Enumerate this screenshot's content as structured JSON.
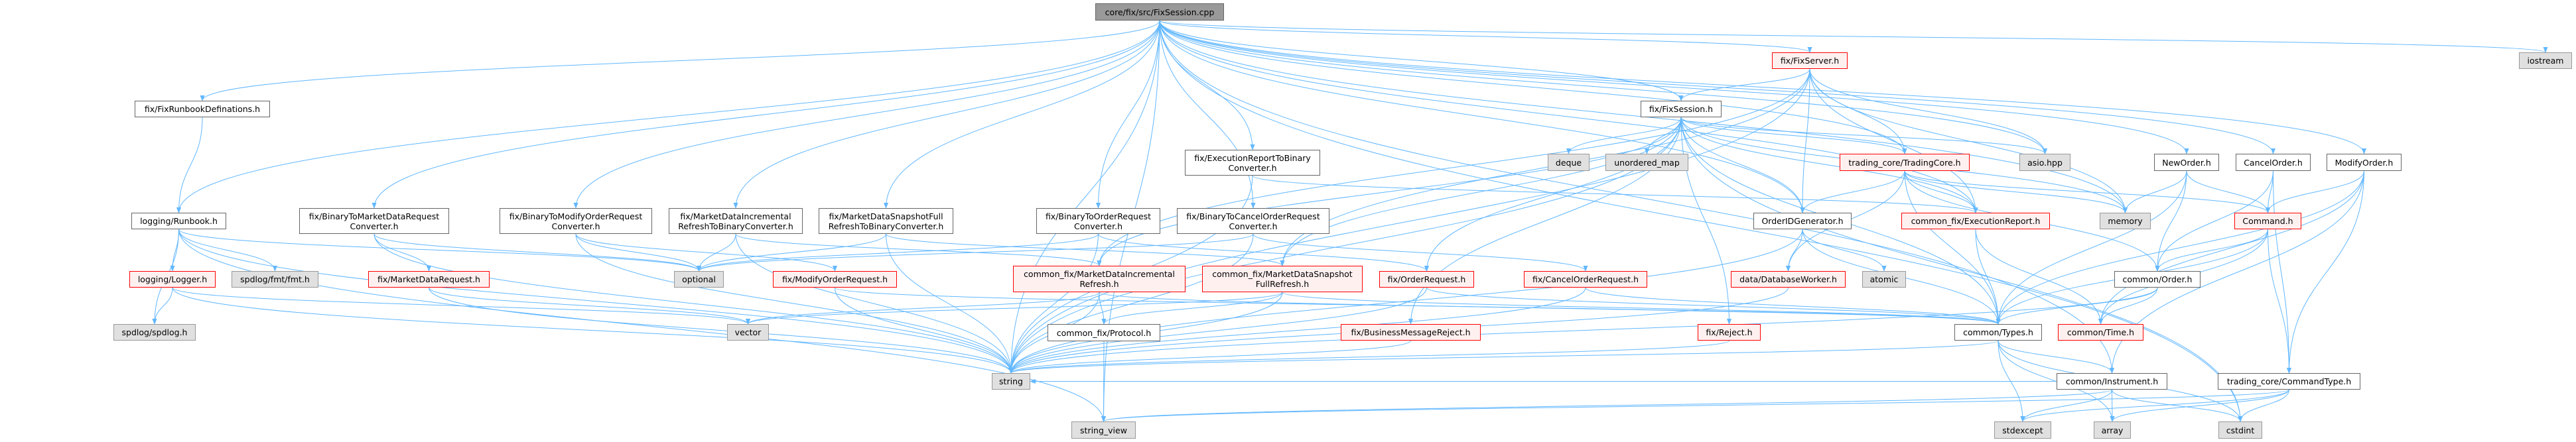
{
  "graph": {
    "title": "core/fix/src/FixSession.cpp",
    "colors": {
      "edge": "#63b8ff",
      "root_fill": "#999999",
      "red_border": "#ff0000",
      "system_fill": "#e0e0e0"
    },
    "nodes": [
      {
        "id": "root",
        "label": "core/fix/src/FixSession.cpp",
        "kind": "root"
      },
      {
        "id": "runbookdef",
        "label": "fix/FixRunbookDefinations.h",
        "kind": "normal"
      },
      {
        "id": "runbook",
        "label": "logging/Runbook.h",
        "kind": "normal"
      },
      {
        "id": "logger",
        "label": "logging/Logger.h",
        "kind": "red"
      },
      {
        "id": "fmt",
        "label": "spdlog/fmt/fmt.h",
        "kind": "system"
      },
      {
        "id": "spdlog",
        "label": "spdlog/spdlog.h",
        "kind": "system"
      },
      {
        "id": "b2mdr",
        "label": "fix/BinaryToMarketDataRequest\nConverter.h",
        "kind": "normal"
      },
      {
        "id": "mdr",
        "label": "fix/MarketDataRequest.h",
        "kind": "red"
      },
      {
        "id": "b2mor",
        "label": "fix/BinaryToModifyOrderRequest\nConverter.h",
        "kind": "normal"
      },
      {
        "id": "mdir2b",
        "label": "fix/MarketDataIncremental\nRefreshToBinaryConverter.h",
        "kind": "normal"
      },
      {
        "id": "mdsf2b",
        "label": "fix/MarketDataSnapshotFull\nRefreshToBinaryConverter.h",
        "kind": "normal"
      },
      {
        "id": "optional",
        "label": "optional",
        "kind": "system"
      },
      {
        "id": "mor",
        "label": "fix/ModifyOrderRequest.h",
        "kind": "red"
      },
      {
        "id": "vector",
        "label": "vector",
        "kind": "system"
      },
      {
        "id": "b2or",
        "label": "fix/BinaryToOrderRequest\nConverter.h",
        "kind": "normal"
      },
      {
        "id": "b2cor",
        "label": "fix/BinaryToCancelOrderRequest\nConverter.h",
        "kind": "normal"
      },
      {
        "id": "er2b",
        "label": "fix/ExecutionReportToBinary\nConverter.h",
        "kind": "normal"
      },
      {
        "id": "mdir",
        "label": "common_fix/MarketDataIncremental\nRefresh.h",
        "kind": "red"
      },
      {
        "id": "mdsf",
        "label": "common_fix/MarketDataSnapshot\nFullRefresh.h",
        "kind": "red"
      },
      {
        "id": "orq",
        "label": "fix/OrderRequest.h",
        "kind": "red"
      },
      {
        "id": "protocol",
        "label": "common_fix/Protocol.h",
        "kind": "normal"
      },
      {
        "id": "bmr",
        "label": "fix/BusinessMessageReject.h",
        "kind": "red"
      },
      {
        "id": "string",
        "label": "string",
        "kind": "system"
      },
      {
        "id": "string_view",
        "label": "string_view",
        "kind": "system"
      },
      {
        "id": "fixserver",
        "label": "fix/FixServer.h",
        "kind": "red"
      },
      {
        "id": "fixsession",
        "label": "fix/FixSession.h",
        "kind": "normal"
      },
      {
        "id": "deque",
        "label": "deque",
        "kind": "system"
      },
      {
        "id": "umap",
        "label": "unordered_map",
        "kind": "system"
      },
      {
        "id": "tradingcore",
        "label": "trading_core/TradingCore.h",
        "kind": "red"
      },
      {
        "id": "oidgen",
        "label": "OrderIDGenerator.h",
        "kind": "normal"
      },
      {
        "id": "cor",
        "label": "fix/CancelOrderRequest.h",
        "kind": "red"
      },
      {
        "id": "dbworker",
        "label": "data/DatabaseWorker.h",
        "kind": "red"
      },
      {
        "id": "reject",
        "label": "fix/Reject.h",
        "kind": "red"
      },
      {
        "id": "iostream",
        "label": "iostream",
        "kind": "system"
      },
      {
        "id": "asio",
        "label": "asio.hpp",
        "kind": "system"
      },
      {
        "id": "neworder",
        "label": "NewOrder.h",
        "kind": "normal"
      },
      {
        "id": "cancelorder",
        "label": "CancelOrder.h",
        "kind": "normal"
      },
      {
        "id": "modifyorder",
        "label": "ModifyOrder.h",
        "kind": "normal"
      },
      {
        "id": "execreport",
        "label": "common_fix/ExecutionReport.h",
        "kind": "red"
      },
      {
        "id": "memory",
        "label": "memory",
        "kind": "system"
      },
      {
        "id": "command",
        "label": "Command.h",
        "kind": "red"
      },
      {
        "id": "atomic",
        "label": "atomic",
        "kind": "system"
      },
      {
        "id": "order",
        "label": "common/Order.h",
        "kind": "normal"
      },
      {
        "id": "types",
        "label": "common/Types.h",
        "kind": "normal"
      },
      {
        "id": "time",
        "label": "common/Time.h",
        "kind": "red"
      },
      {
        "id": "instrument",
        "label": "common/Instrument.h",
        "kind": "normal"
      },
      {
        "id": "cmdtype",
        "label": "trading_core/CommandType.h",
        "kind": "normal"
      },
      {
        "id": "stdexcept",
        "label": "stdexcept",
        "kind": "system"
      },
      {
        "id": "array",
        "label": "array",
        "kind": "system"
      },
      {
        "id": "cstdint",
        "label": "cstdint",
        "kind": "system"
      }
    ],
    "edges": [
      [
        "root",
        "runbookdef"
      ],
      [
        "root",
        "runbook"
      ],
      [
        "root",
        "b2mdr"
      ],
      [
        "root",
        "b2mor"
      ],
      [
        "root",
        "mdir2b"
      ],
      [
        "root",
        "mdsf2b"
      ],
      [
        "root",
        "b2or"
      ],
      [
        "root",
        "b2cor"
      ],
      [
        "root",
        "er2b"
      ],
      [
        "root",
        "fixserver"
      ],
      [
        "root",
        "fixsession"
      ],
      [
        "root",
        "oidgen"
      ],
      [
        "root",
        "tradingcore"
      ],
      [
        "root",
        "asio"
      ],
      [
        "root",
        "memory"
      ],
      [
        "root",
        "neworder"
      ],
      [
        "root",
        "cancelorder"
      ],
      [
        "root",
        "modifyorder"
      ],
      [
        "root",
        "iostream"
      ],
      [
        "root",
        "string_view"
      ],
      [
        "root",
        "instrument"
      ],
      [
        "root",
        "execreport"
      ],
      [
        "root",
        "string"
      ],
      [
        "root",
        "cstdint"
      ],
      [
        "runbookdef",
        "runbook"
      ],
      [
        "runbook",
        "logger"
      ],
      [
        "runbook",
        "fmt"
      ],
      [
        "runbook",
        "spdlog"
      ],
      [
        "runbook",
        "string"
      ],
      [
        "runbook",
        "string_view"
      ],
      [
        "runbook",
        "optional"
      ],
      [
        "logger",
        "spdlog"
      ],
      [
        "logger",
        "string"
      ],
      [
        "logger",
        "vector"
      ],
      [
        "b2mdr",
        "mdr"
      ],
      [
        "b2mdr",
        "string"
      ],
      [
        "b2mdr",
        "optional"
      ],
      [
        "mdr",
        "vector"
      ],
      [
        "mdr",
        "string"
      ],
      [
        "b2mor",
        "optional"
      ],
      [
        "b2mor",
        "mor"
      ],
      [
        "b2mor",
        "string"
      ],
      [
        "mor",
        "types"
      ],
      [
        "mor",
        "string"
      ],
      [
        "mdir2b",
        "mdir"
      ],
      [
        "mdir2b",
        "string"
      ],
      [
        "mdir2b",
        "optional"
      ],
      [
        "mdsf2b",
        "mdsf"
      ],
      [
        "mdsf2b",
        "string"
      ],
      [
        "mdsf2b",
        "optional"
      ],
      [
        "b2or",
        "orq"
      ],
      [
        "b2or",
        "optional"
      ],
      [
        "b2or",
        "string"
      ],
      [
        "b2cor",
        "cor"
      ],
      [
        "b2cor",
        "optional"
      ],
      [
        "b2cor",
        "string"
      ],
      [
        "er2b",
        "execreport"
      ],
      [
        "er2b",
        "string"
      ],
      [
        "mdir",
        "protocol"
      ],
      [
        "mdir",
        "string"
      ],
      [
        "mdir",
        "vector"
      ],
      [
        "mdir",
        "types"
      ],
      [
        "mdsf",
        "protocol"
      ],
      [
        "mdsf",
        "string"
      ],
      [
        "mdsf",
        "vector"
      ],
      [
        "mdsf",
        "types"
      ],
      [
        "protocol",
        "string_view"
      ],
      [
        "orq",
        "types"
      ],
      [
        "orq",
        "string"
      ],
      [
        "cor",
        "types"
      ],
      [
        "cor",
        "string"
      ],
      [
        "bmr",
        "string"
      ],
      [
        "reject",
        "string"
      ],
      [
        "fixserver",
        "fixsession"
      ],
      [
        "fixserver",
        "tradingcore"
      ],
      [
        "fixserver",
        "oidgen"
      ],
      [
        "fixserver",
        "asio"
      ],
      [
        "fixserver",
        "memory"
      ],
      [
        "fixserver",
        "execreport"
      ],
      [
        "fixserver",
        "mdir"
      ],
      [
        "fixserver",
        "mdsf"
      ],
      [
        "fixserver",
        "string"
      ],
      [
        "fixsession",
        "deque"
      ],
      [
        "fixsession",
        "umap"
      ],
      [
        "fixsession",
        "reject"
      ],
      [
        "fixsession",
        "bmr"
      ],
      [
        "fixsession",
        "tradingcore"
      ],
      [
        "fixsession",
        "asio"
      ],
      [
        "fixsession",
        "memory"
      ],
      [
        "fixsession",
        "execreport"
      ],
      [
        "fixsession",
        "oidgen"
      ],
      [
        "fixsession",
        "string"
      ],
      [
        "fixsession",
        "types"
      ],
      [
        "fixsession",
        "cstdint"
      ],
      [
        "fixsession",
        "mdir"
      ],
      [
        "fixsession",
        "mdsf"
      ],
      [
        "fixsession",
        "orq"
      ],
      [
        "tradingcore",
        "execreport"
      ],
      [
        "tradingcore",
        "memory"
      ],
      [
        "tradingcore",
        "command"
      ],
      [
        "tradingcore",
        "order"
      ],
      [
        "tradingcore",
        "dbworker"
      ],
      [
        "tradingcore",
        "oidgen"
      ],
      [
        "tradingcore",
        "types"
      ],
      [
        "oidgen",
        "dbworker"
      ],
      [
        "oidgen",
        "atomic"
      ],
      [
        "oidgen",
        "string"
      ],
      [
        "oidgen",
        "types"
      ],
      [
        "dbworker",
        "string"
      ],
      [
        "execreport",
        "types"
      ],
      [
        "execreport",
        "time"
      ],
      [
        "neworder",
        "memory"
      ],
      [
        "neworder",
        "order"
      ],
      [
        "neworder",
        "command"
      ],
      [
        "neworder",
        "types"
      ],
      [
        "cancelorder",
        "order"
      ],
      [
        "cancelorder",
        "command"
      ],
      [
        "cancelorder",
        "cmdtype"
      ],
      [
        "modifyorder",
        "command"
      ],
      [
        "modifyorder",
        "types"
      ],
      [
        "modifyorder",
        "time"
      ],
      [
        "modifyorder",
        "cmdtype"
      ],
      [
        "modifyorder",
        "instrument"
      ],
      [
        "command",
        "order"
      ],
      [
        "command",
        "types"
      ],
      [
        "command",
        "time"
      ],
      [
        "command",
        "cmdtype"
      ],
      [
        "order",
        "types"
      ],
      [
        "order",
        "time"
      ],
      [
        "order",
        "string"
      ],
      [
        "types",
        "stdexcept"
      ],
      [
        "types",
        "array"
      ],
      [
        "types",
        "cstdint"
      ],
      [
        "types",
        "instrument"
      ],
      [
        "types",
        "string"
      ],
      [
        "instrument",
        "stdexcept"
      ],
      [
        "instrument",
        "array"
      ],
      [
        "instrument",
        "cstdint"
      ],
      [
        "instrument",
        "string_view"
      ],
      [
        "instrument",
        "string"
      ],
      [
        "cmdtype",
        "stdexcept"
      ],
      [
        "cmdtype",
        "array"
      ],
      [
        "cmdtype",
        "cstdint"
      ],
      [
        "cmdtype",
        "string_view"
      ]
    ]
  }
}
